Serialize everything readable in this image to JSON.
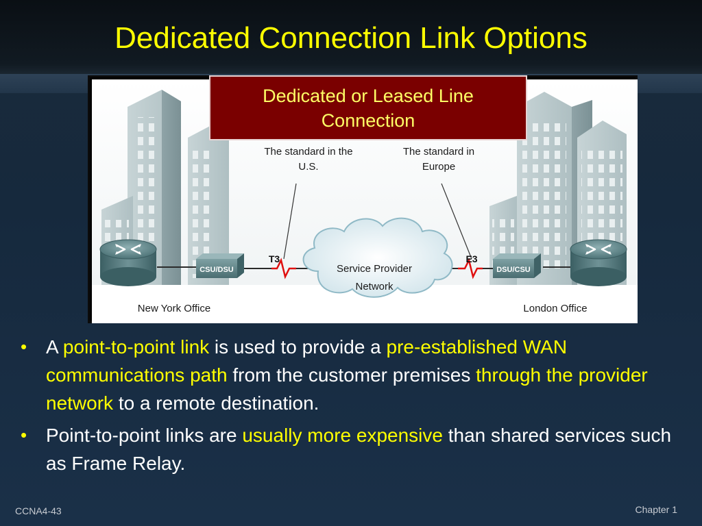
{
  "title": "Dedicated Connection Link Options",
  "callout": {
    "line1": "Dedicated or Leased Line",
    "line2": "Connection"
  },
  "diagram": {
    "us_note_line1": "The standard in the",
    "us_note_line2": "U.S.",
    "eu_note_line1": "The standard in",
    "eu_note_line2": "Europe",
    "link_left": "T3",
    "link_right": "E3",
    "cloud_line1": "Service Provider",
    "cloud_line2": "Network",
    "device_left": "CSU/DSU",
    "device_right": "DSU/CSU",
    "office_left": "New York Office",
    "office_right": "London Office"
  },
  "bullets": [
    {
      "parts": [
        {
          "text": "A ",
          "hl": false
        },
        {
          "text": "point-to-point link",
          "hl": true
        },
        {
          "text": " is used to provide a ",
          "hl": false
        },
        {
          "text": "pre-established WAN communications path",
          "hl": true
        },
        {
          "text": " from the customer premises ",
          "hl": false
        },
        {
          "text": "through the provider network",
          "hl": true
        },
        {
          "text": " to a remote destination.",
          "hl": false
        }
      ]
    },
    {
      "parts": [
        {
          "text": "Point-to-point links are ",
          "hl": false
        },
        {
          "text": "usually more expensive",
          "hl": true
        },
        {
          "text": " than shared services such as Frame Relay.",
          "hl": false
        }
      ]
    }
  ],
  "bullet_glyph": "•",
  "footer": {
    "left": "CCNA4-43",
    "right": "Chapter 1"
  },
  "colors": {
    "title": "#ffff00",
    "highlight": "#ffff00",
    "callout_bg": "#7a0000",
    "link_zigzag": "#e01010"
  }
}
